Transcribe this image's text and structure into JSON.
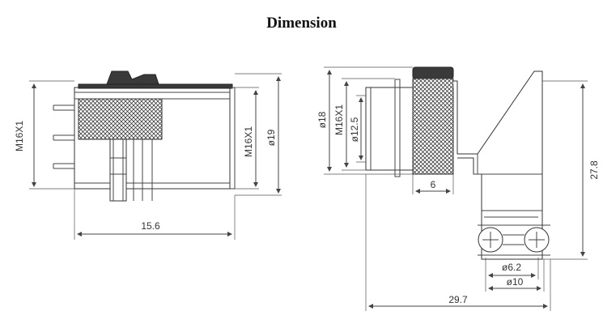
{
  "title": "Dimension",
  "left_view": {
    "thread_label_left": "M16X1",
    "thread_label_right": "M16X1",
    "diameter_label": "ø19",
    "length_label": "15.6"
  },
  "right_view": {
    "diameter_outer_label": "ø18",
    "thread_label": "M16X1",
    "diameter_inner_label": "ø12.5",
    "knurl_width_label": "6",
    "height_label": "27.8",
    "pin_spacing_label": "ø6.2",
    "base_diameter_label": "ø10",
    "total_length_label": "29.7"
  }
}
